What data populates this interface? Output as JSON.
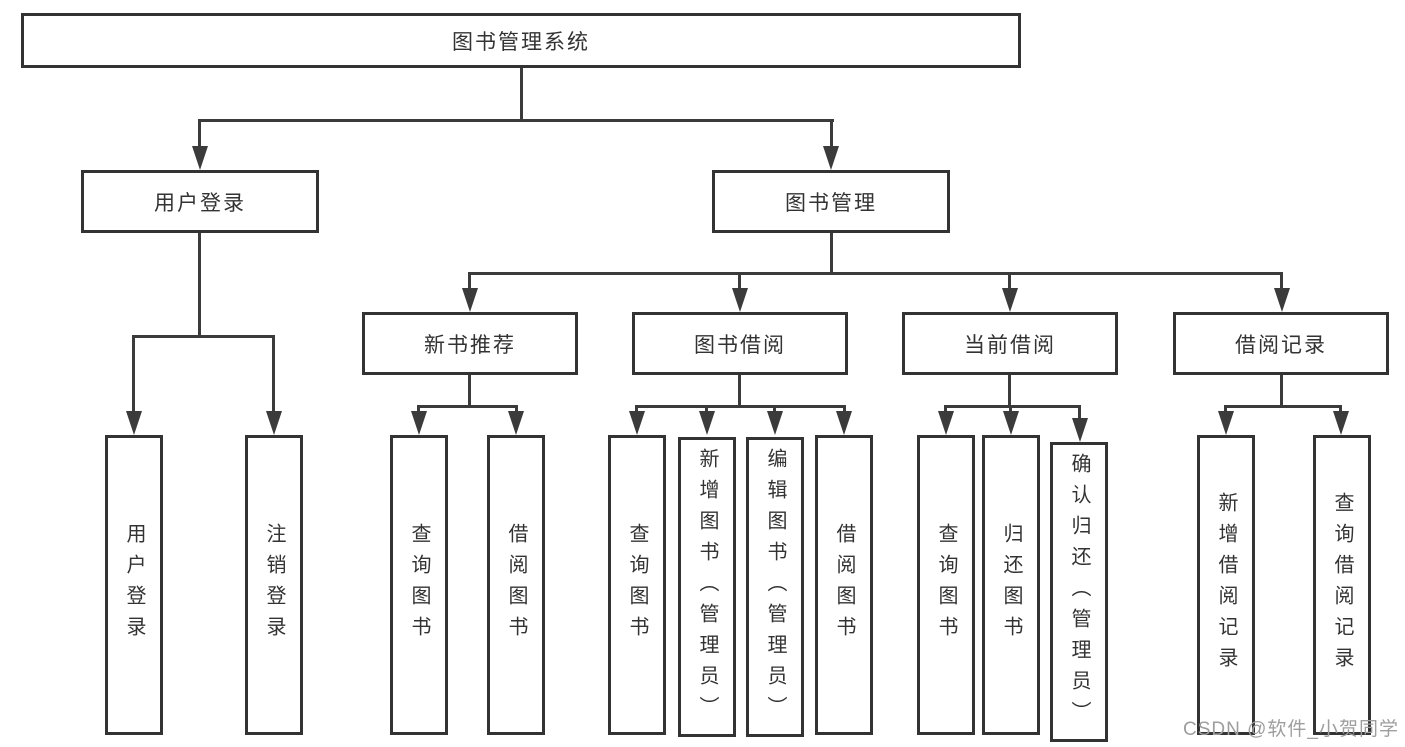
{
  "colors": {
    "line": "#3b3b3b",
    "box_border": "#333333",
    "text": "#333333",
    "watermark": "#9e9e9e",
    "background": "#ffffff"
  },
  "watermark": {
    "text": "CSDN @软件_小贺同学"
  },
  "tree": {
    "label": "图书管理系统",
    "children": [
      {
        "label": "用户登录",
        "children": [
          {
            "label": "用户登录"
          },
          {
            "label": "注销登录"
          }
        ]
      },
      {
        "label": "图书管理",
        "children": [
          {
            "label": "新书推荐",
            "children": [
              {
                "label": "查询图书"
              },
              {
                "label": "借阅图书"
              }
            ]
          },
          {
            "label": "图书借阅",
            "children": [
              {
                "label": "查询图书"
              },
              {
                "label": "新增图书（管理员）"
              },
              {
                "label": "编辑图书（管理员）"
              },
              {
                "label": "借阅图书"
              }
            ]
          },
          {
            "label": "当前借阅",
            "children": [
              {
                "label": "查询图书"
              },
              {
                "label": "归还图书"
              },
              {
                "label": "确认归还（管理员）"
              }
            ]
          },
          {
            "label": "借阅记录",
            "children": [
              {
                "label": "新增借阅记录"
              },
              {
                "label": "查询借阅记录"
              }
            ]
          }
        ]
      }
    ]
  }
}
